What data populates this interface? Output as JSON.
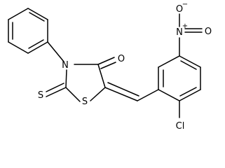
{
  "molecule": {
    "atoms": {
      "n_ring": "N",
      "o_carbonyl": "O",
      "s_ring": "S",
      "s_thione": "S",
      "n_nitro": "N",
      "n_nitro_charge": "+",
      "o_nitro_top": "O",
      "o_nitro_top_charge": "−",
      "o_nitro_right": "O",
      "cl": "Cl"
    }
  }
}
